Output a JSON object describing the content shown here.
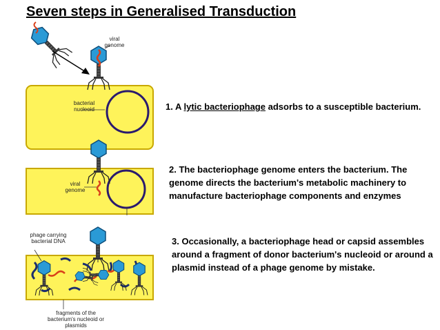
{
  "title": "Seven steps in Generalised Transduction",
  "steps": [
    {
      "prefix": "1. A ",
      "link": "lytic bacteriophage",
      "suffix": " adsorbs to a susceptible bacterium."
    },
    {
      "text": "2. The bacteriophage genome enters the bacterium. The genome directs the bacterium's metabolic machinery to manufacture bacteriophage components and enzymes"
    },
    {
      "text": "3. Occasionally, a bacteriophage head or capsid assembles around a fragment of donor bacterium's nucleoid or around a plasmid instead of a phage genome by mistake."
    }
  ],
  "labels": {
    "viral_genome_top": "viral genome",
    "bacterial_nucleoid": "bacterial nucleoid",
    "viral_genome_mid": "viral genome",
    "phage_carrying": "phage carrying bacterial DNA",
    "fragments": "fragments of the bacterium's nucleoid or plasmids"
  },
  "colors": {
    "cell_fill": "#fef35a",
    "cell_border": "#c8a800",
    "nucleoid": "#2a1a6e",
    "capsid": "#2a9ad6",
    "dna": "#d9401a"
  }
}
